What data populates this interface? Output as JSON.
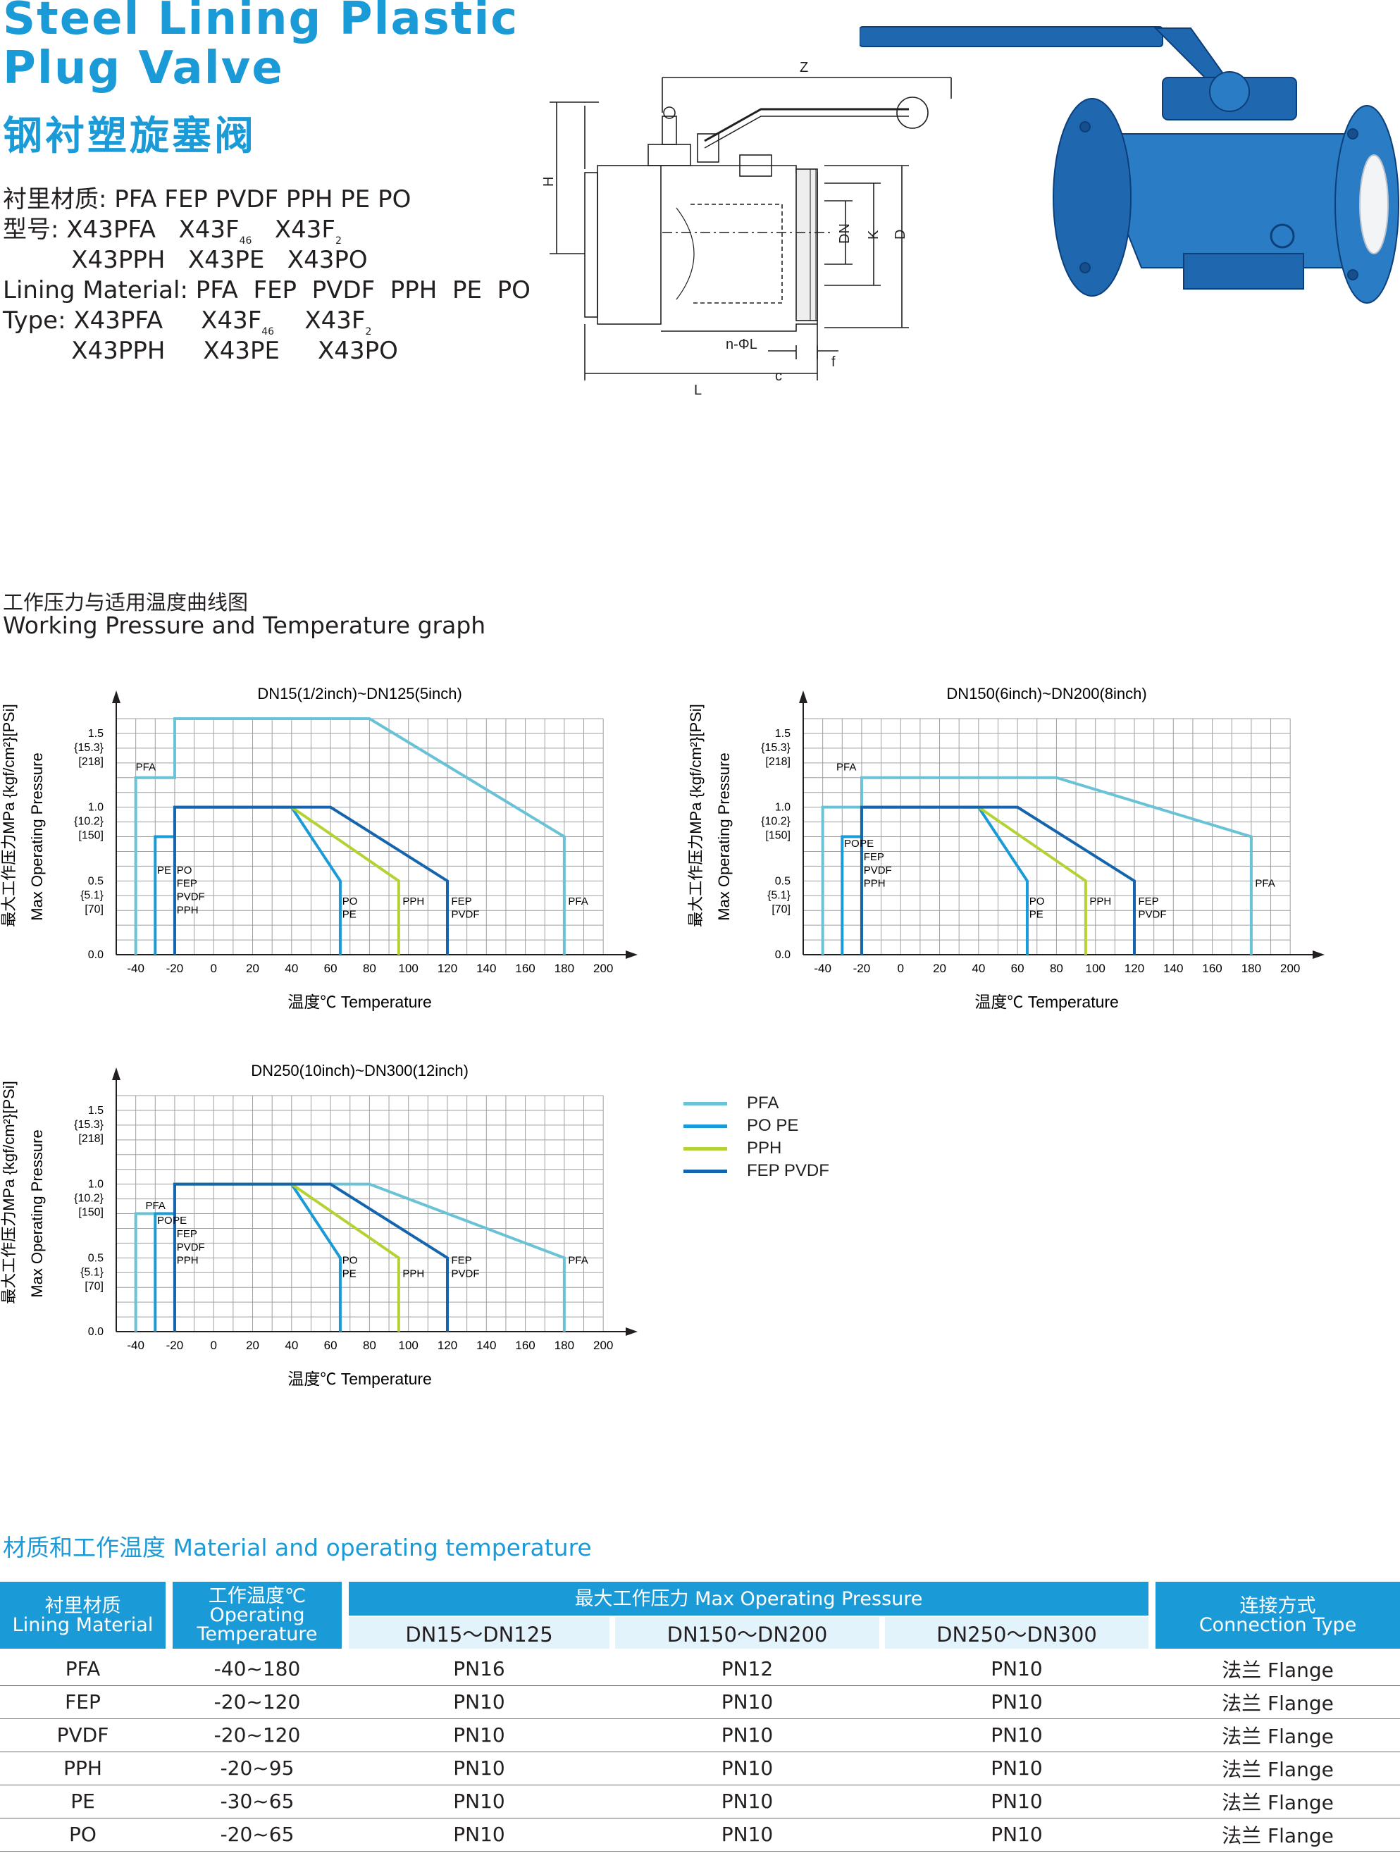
{
  "header": {
    "title_en_1": "Steel Lining Plastic",
    "title_en_2": "Plug Valve",
    "title_cn": "钢衬塑旋塞阀",
    "spec_lines": [
      {
        "text": "衬里材质: PFA FEP PVDF PPH PE PO"
      },
      {
        "text": "型号: X43PFA   X43F",
        "sub": "46",
        "tail": "   X43F",
        "sub2": "2"
      },
      {
        "text": "         X43PPH   X43PE   X43PO"
      },
      {
        "text": "Lining Material: PFA  FEP  PVDF  PPH  PE  PO"
      },
      {
        "text": "Type: X43PFA     X43F",
        "sub": "46",
        "tail": "    X43F",
        "sub2": "2"
      },
      {
        "text": "         X43PPH     X43PE     X43PO"
      }
    ]
  },
  "drawing": {
    "dim_labels": [
      "Z",
      "H",
      "DN",
      "K",
      "D",
      "n-ΦL",
      "c",
      "f",
      "L"
    ]
  },
  "graph_section": {
    "title_cn": "工作压力与适用温度曲线图",
    "title_en": "Working Pressure and Temperature graph"
  },
  "chart_common": {
    "ylabel_cn": "最大工作压力MPa {kgf/cm²}[PSi]",
    "ylabel_en": "Max Operating Pressure",
    "xlabel": "温度℃  Temperature",
    "xticks": [
      -40,
      -20,
      0,
      20,
      40,
      60,
      80,
      100,
      120,
      140,
      160,
      180,
      200
    ],
    "yticks": [
      {
        "v": 0.0,
        "l": [
          "0.0"
        ]
      },
      {
        "v": 0.5,
        "l": [
          "0.5",
          "{5.1}",
          "[70]"
        ]
      },
      {
        "v": 1.0,
        "l": [
          "1.0",
          "{10.2}",
          "[150]"
        ]
      },
      {
        "v": 1.5,
        "l": [
          "1.5",
          "{15.3}",
          "[218]"
        ]
      }
    ],
    "colors": {
      "PFA": "#69c2d6",
      "POPE": "#1a9ad6",
      "PPH": "#b3d334",
      "FEPPVDF": "#1565ae"
    }
  },
  "chart_data": [
    {
      "type": "line",
      "title": "DN15(1/2inch)~DN125(5inch)",
      "xlabel": "温度℃  Temperature",
      "ylabel": "最大工作压力MPa {kgf/cm²}[PSi] Max Operating Pressure",
      "xlim": [
        -40,
        200
      ],
      "ylim": [
        0,
        1.6
      ],
      "series": [
        {
          "name": "PFA",
          "key": "PFA",
          "points": [
            [
              -40,
              0
            ],
            [
              -40,
              1.2
            ],
            [
              -20,
              1.2
            ],
            [
              -20,
              1.6
            ],
            [
              80,
              1.6
            ],
            [
              180,
              0.8
            ],
            [
              180,
              0
            ]
          ]
        },
        {
          "name": "PO PE",
          "key": "POPE",
          "points": [
            [
              -30,
              0
            ],
            [
              -30,
              0.8
            ],
            [
              -20,
              0.8
            ],
            [
              -20,
              1.0
            ],
            [
              40,
              1.0
            ],
            [
              65,
              0.5
            ],
            [
              65,
              0
            ]
          ]
        },
        {
          "name": "PPH",
          "key": "PPH",
          "points": [
            [
              -20,
              0
            ],
            [
              -20,
              1.0
            ],
            [
              40,
              1.0
            ],
            [
              95,
              0.5
            ],
            [
              95,
              0
            ]
          ]
        },
        {
          "name": "FEP PVDF",
          "key": "FEPPVDF",
          "points": [
            [
              -20,
              0
            ],
            [
              -20,
              1.0
            ],
            [
              60,
              1.0
            ],
            [
              120,
              0.5
            ],
            [
              120,
              0
            ]
          ]
        }
      ],
      "annotations": [
        {
          "t": "PFA",
          "x": -40,
          "y": 1.25
        },
        {
          "t": "PE",
          "x": -29,
          "y": 0.55
        },
        {
          "t": "PO",
          "x": -19,
          "y": 0.55
        },
        {
          "t": "FEP",
          "x": -19,
          "y": 0.46
        },
        {
          "t": "PVDF",
          "x": -19,
          "y": 0.37
        },
        {
          "t": "PPH",
          "x": -19,
          "y": 0.28
        },
        {
          "t": "PO",
          "x": 66,
          "y": 0.34
        },
        {
          "t": "PE",
          "x": 66,
          "y": 0.25
        },
        {
          "t": "PPH",
          "x": 97,
          "y": 0.34
        },
        {
          "t": "FEP",
          "x": 122,
          "y": 0.34
        },
        {
          "t": "PVDF",
          "x": 122,
          "y": 0.25
        },
        {
          "t": "PFA",
          "x": 182,
          "y": 0.34
        }
      ]
    },
    {
      "type": "line",
      "title": "DN150(6inch)~DN200(8inch)",
      "xlabel": "温度℃  Temperature",
      "ylabel": "最大工作压力MPa {kgf/cm²}[PSi] Max Operating Pressure",
      "xlim": [
        -40,
        200
      ],
      "ylim": [
        0,
        1.6
      ],
      "series": [
        {
          "name": "PFA",
          "key": "PFA",
          "points": [
            [
              -40,
              0
            ],
            [
              -40,
              1.0
            ],
            [
              -20,
              1.0
            ],
            [
              -20,
              1.2
            ],
            [
              80,
              1.2
            ],
            [
              180,
              0.8
            ],
            [
              180,
              0
            ]
          ]
        },
        {
          "name": "PO PE",
          "key": "POPE",
          "points": [
            [
              -30,
              0
            ],
            [
              -30,
              0.8
            ],
            [
              -20,
              0.8
            ],
            [
              -20,
              1.0
            ],
            [
              40,
              1.0
            ],
            [
              65,
              0.5
            ],
            [
              65,
              0
            ]
          ]
        },
        {
          "name": "PPH",
          "key": "PPH",
          "points": [
            [
              -20,
              0
            ],
            [
              -20,
              1.0
            ],
            [
              40,
              1.0
            ],
            [
              95,
              0.5
            ],
            [
              95,
              0
            ]
          ]
        },
        {
          "name": "FEP PVDF",
          "key": "FEPPVDF",
          "points": [
            [
              -20,
              0
            ],
            [
              -20,
              1.0
            ],
            [
              60,
              1.0
            ],
            [
              120,
              0.5
            ],
            [
              120,
              0
            ]
          ]
        }
      ],
      "annotations": [
        {
          "t": "PFA",
          "x": -33,
          "y": 1.25
        },
        {
          "t": "PO",
          "x": -29,
          "y": 0.73
        },
        {
          "t": "PE",
          "x": -21,
          "y": 0.73
        },
        {
          "t": "FEP",
          "x": -19,
          "y": 0.64
        },
        {
          "t": "PVDF",
          "x": -19,
          "y": 0.55
        },
        {
          "t": "PPH",
          "x": -19,
          "y": 0.46
        },
        {
          "t": "PO",
          "x": 66,
          "y": 0.34
        },
        {
          "t": "PE",
          "x": 66,
          "y": 0.25
        },
        {
          "t": "PPH",
          "x": 97,
          "y": 0.34
        },
        {
          "t": "FEP",
          "x": 122,
          "y": 0.34
        },
        {
          "t": "PVDF",
          "x": 122,
          "y": 0.25
        },
        {
          "t": "PFA",
          "x": 182,
          "y": 0.46
        }
      ]
    },
    {
      "type": "line",
      "title": "DN250(10inch)~DN300(12inch)",
      "xlabel": "温度℃  Temperature",
      "ylabel": "最大工作压力MPa {kgf/cm²}[PSi] Max Operating Pressure",
      "xlim": [
        -40,
        200
      ],
      "ylim": [
        0,
        1.6
      ],
      "series": [
        {
          "name": "PFA",
          "key": "PFA",
          "points": [
            [
              -40,
              0
            ],
            [
              -40,
              0.8
            ],
            [
              -30,
              0.8
            ],
            [
              -30,
              0.8
            ],
            [
              -20,
              0.8
            ],
            [
              -20,
              1.0
            ],
            [
              80,
              1.0
            ],
            [
              180,
              0.5
            ],
            [
              180,
              0
            ]
          ]
        },
        {
          "name": "PO PE",
          "key": "POPE",
          "points": [
            [
              -30,
              0
            ],
            [
              -30,
              0.8
            ],
            [
              -20,
              0.8
            ],
            [
              -20,
              1.0
            ],
            [
              40,
              1.0
            ],
            [
              65,
              0.5
            ],
            [
              65,
              0
            ]
          ]
        },
        {
          "name": "PPH",
          "key": "PPH",
          "points": [
            [
              -20,
              0
            ],
            [
              -20,
              1.0
            ],
            [
              40,
              1.0
            ],
            [
              95,
              0.5
            ],
            [
              95,
              0
            ]
          ]
        },
        {
          "name": "FEP PVDF",
          "key": "FEPPVDF",
          "points": [
            [
              -20,
              0
            ],
            [
              -20,
              1.0
            ],
            [
              60,
              1.0
            ],
            [
              120,
              0.5
            ],
            [
              120,
              0
            ]
          ]
        }
      ],
      "annotations": [
        {
          "t": "PFA",
          "x": -35,
          "y": 0.83
        },
        {
          "t": "PO",
          "x": -29,
          "y": 0.73
        },
        {
          "t": "PE",
          "x": -21,
          "y": 0.73
        },
        {
          "t": "FEP",
          "x": -19,
          "y": 0.64
        },
        {
          "t": "PVDF",
          "x": -19,
          "y": 0.55
        },
        {
          "t": "PPH",
          "x": -19,
          "y": 0.46
        },
        {
          "t": "PO",
          "x": 66,
          "y": 0.46
        },
        {
          "t": "PE",
          "x": 66,
          "y": 0.37
        },
        {
          "t": "PPH",
          "x": 97,
          "y": 0.37
        },
        {
          "t": "FEP",
          "x": 122,
          "y": 0.46
        },
        {
          "t": "PVDF",
          "x": 122,
          "y": 0.37
        },
        {
          "t": "PFA",
          "x": 182,
          "y": 0.46
        }
      ]
    }
  ],
  "legend": [
    {
      "label": "PFA",
      "key": "PFA"
    },
    {
      "label": "PO PE",
      "key": "POPE"
    },
    {
      "label": "PPH",
      "key": "PPH"
    },
    {
      "label": "FEP PVDF",
      "key": "FEPPVDF"
    }
  ],
  "materials": {
    "title": "材质和工作温度  Material and operating temperature",
    "headers": {
      "lining_cn": "衬里材质",
      "lining_en": "Lining Material",
      "temp_cn": "工作温度℃",
      "temp_en1": "Operating",
      "temp_en2": "Temperature",
      "pressure": "最大工作压力 Max Operating Pressure",
      "dn1": "DN15～DN125",
      "dn2": "DN150～DN200",
      "dn3": "DN250～DN300",
      "conn_cn": "连接方式",
      "conn_en": "Connection Type"
    },
    "rows": [
      [
        "PFA",
        "-40~180",
        "PN16",
        "PN12",
        "PN10",
        "法兰 Flange"
      ],
      [
        "FEP",
        "-20~120",
        "PN10",
        "PN10",
        "PN10",
        "法兰 Flange"
      ],
      [
        "PVDF",
        "-20~120",
        "PN10",
        "PN10",
        "PN10",
        "法兰 Flange"
      ],
      [
        "PPH",
        "-20~95",
        "PN10",
        "PN10",
        "PN10",
        "法兰 Flange"
      ],
      [
        "PE",
        "-30~65",
        "PN10",
        "PN10",
        "PN10",
        "法兰 Flange"
      ],
      [
        "PO",
        "-20~65",
        "PN10",
        "PN10",
        "PN10",
        "法兰 Flange"
      ]
    ]
  }
}
